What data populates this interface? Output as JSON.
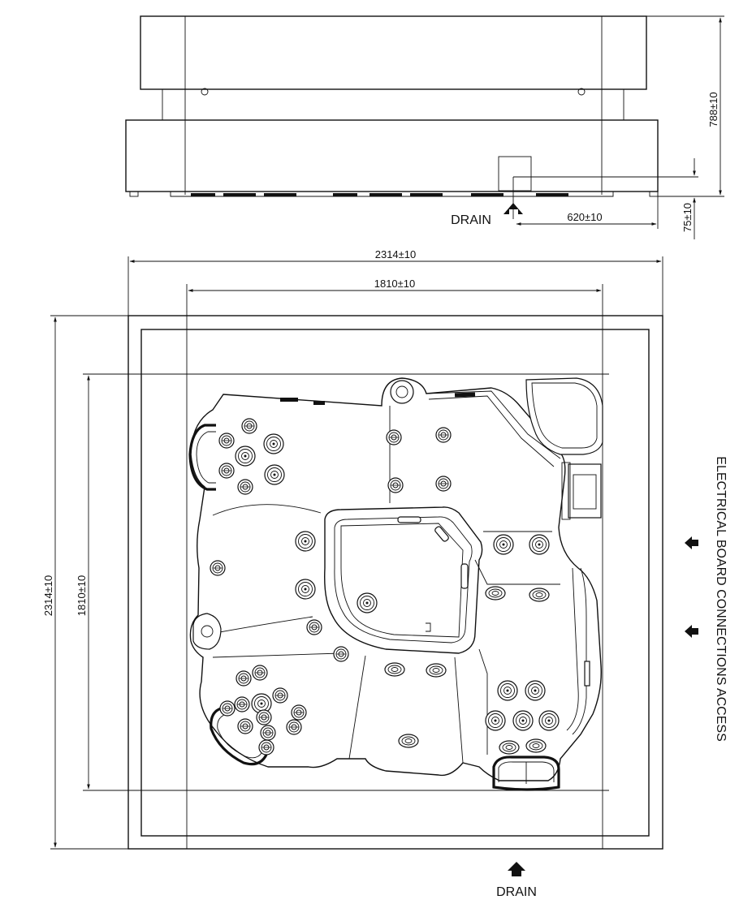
{
  "labels": {
    "drain_top": "DRAIN",
    "drain_bottom": "DRAIN",
    "electrical": "ELECTRICAL BOARD CONNECTIONS ACCESS"
  },
  "dimensions": {
    "height": "788±10",
    "drain_offset": "620±10",
    "drain_height": "75±10",
    "outer_width": "2314±10",
    "inner_width": "1810±10",
    "outer_depth": "2314±10",
    "inner_depth": "1810±10"
  }
}
